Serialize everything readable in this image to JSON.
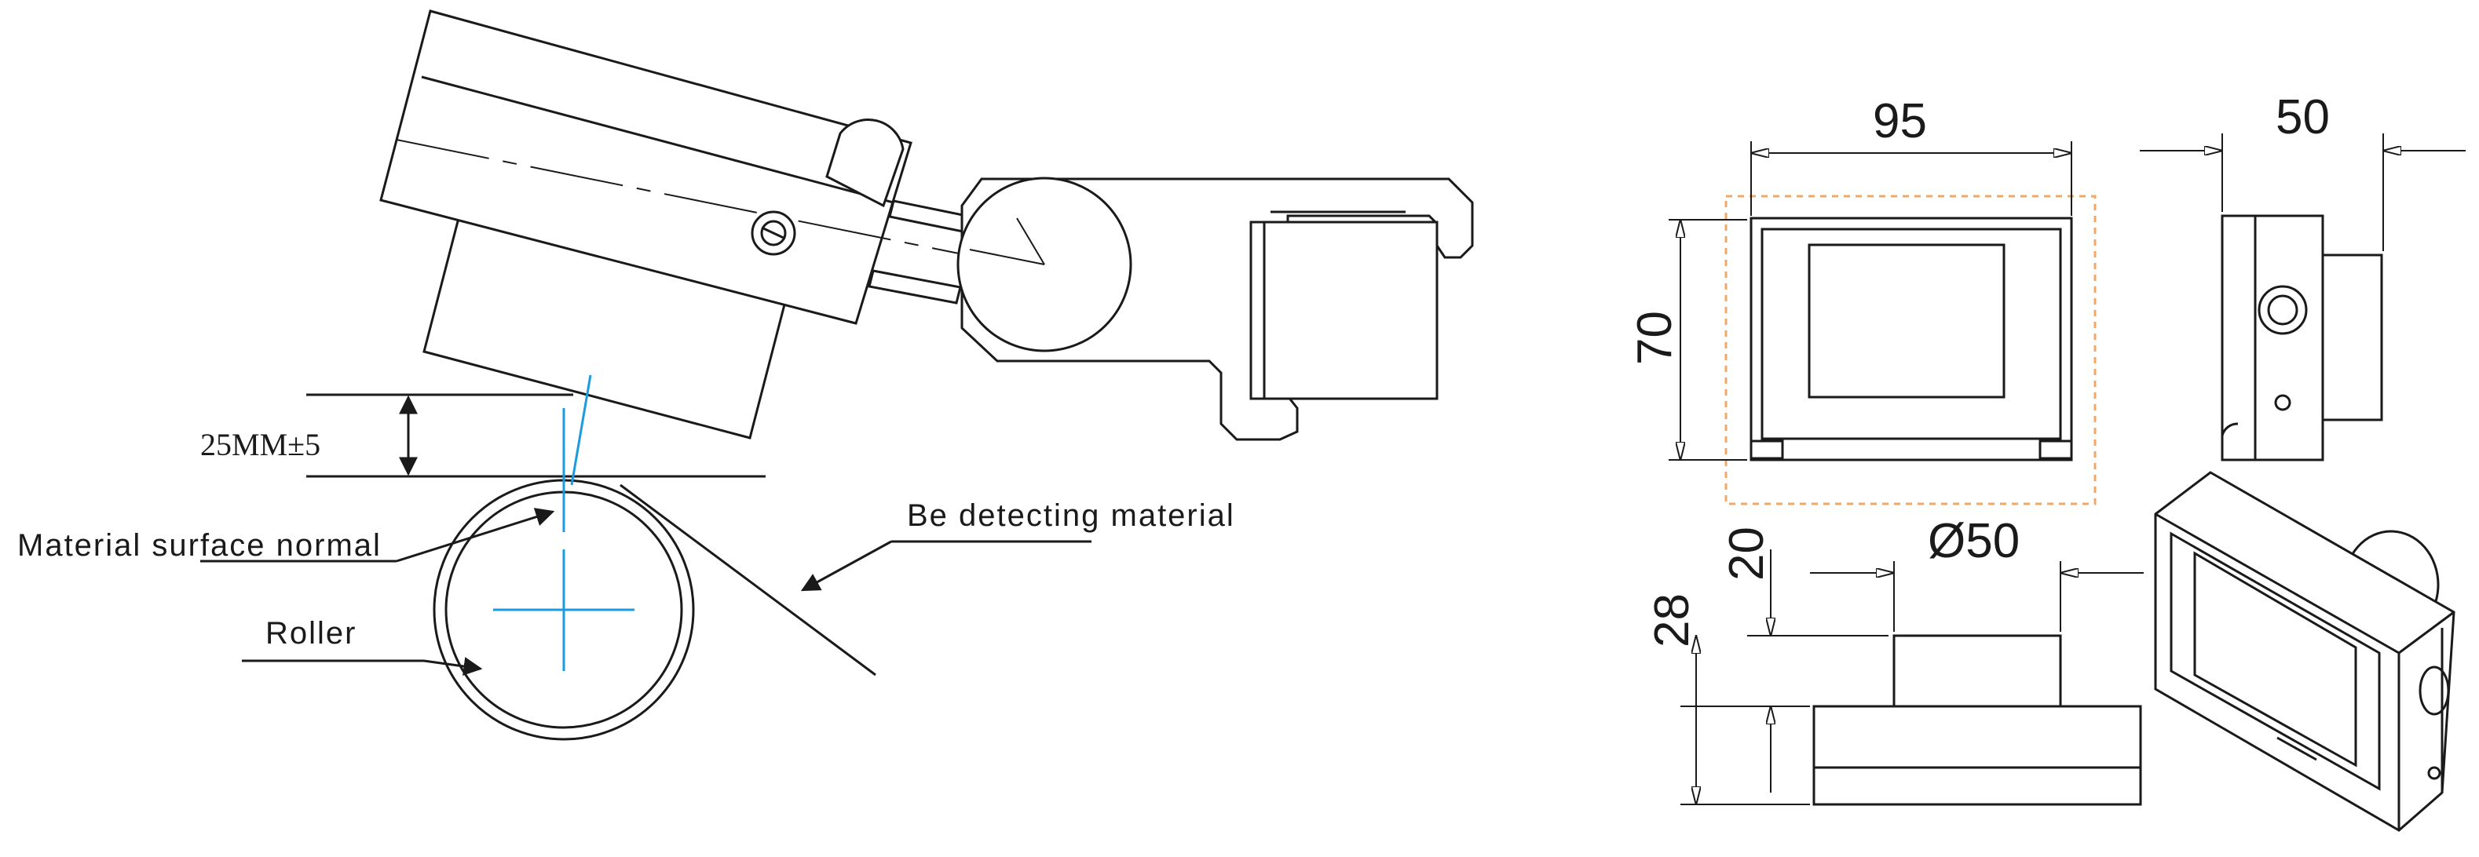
{
  "left_diagram": {
    "distance_label": "25MM±5",
    "normal_label": "Material surface normal",
    "roller_label": "Roller",
    "material_label": "Be detecting material"
  },
  "right_drawing": {
    "width_top": "95",
    "depth_top": "50",
    "height_front": "70",
    "boss_diameter": "Ø50",
    "boss_height": "20",
    "total_depth": "28"
  },
  "colors": {
    "line": "#1a1a1a",
    "normal_line": "#1a9be0",
    "outline_dashed": "#f0a868"
  }
}
